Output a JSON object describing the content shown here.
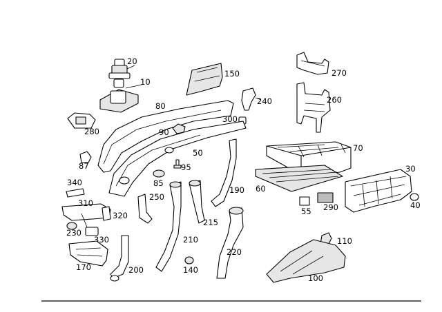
{
  "parts": [
    {
      "id": "p20",
      "label": "20"
    },
    {
      "id": "p10",
      "label": "10"
    },
    {
      "id": "p150",
      "label": "150"
    },
    {
      "id": "p270",
      "label": "270"
    },
    {
      "id": "p240",
      "label": "240"
    },
    {
      "id": "p260",
      "label": "260"
    },
    {
      "id": "p80",
      "label": "80"
    },
    {
      "id": "p280",
      "label": "280"
    },
    {
      "id": "p300",
      "label": "300"
    },
    {
      "id": "p90",
      "label": "90"
    },
    {
      "id": "p50",
      "label": "50"
    },
    {
      "id": "p70",
      "label": "70"
    },
    {
      "id": "p87",
      "label": "87"
    },
    {
      "id": "p95",
      "label": "95"
    },
    {
      "id": "p30",
      "label": "30"
    },
    {
      "id": "p85",
      "label": "85"
    },
    {
      "id": "p340",
      "label": "340"
    },
    {
      "id": "p190",
      "label": "190"
    },
    {
      "id": "p60",
      "label": "60"
    },
    {
      "id": "p250",
      "label": "250"
    },
    {
      "id": "p310",
      "label": "310"
    },
    {
      "id": "p55",
      "label": "55"
    },
    {
      "id": "p290",
      "label": "290"
    },
    {
      "id": "p40",
      "label": "40"
    },
    {
      "id": "p320",
      "label": "320"
    },
    {
      "id": "p215",
      "label": "215"
    },
    {
      "id": "p230",
      "label": "230"
    },
    {
      "id": "p330",
      "label": "330"
    },
    {
      "id": "p210",
      "label": "210"
    },
    {
      "id": "p110",
      "label": "110"
    },
    {
      "id": "p220",
      "label": "220"
    },
    {
      "id": "p170",
      "label": "170"
    },
    {
      "id": "p200",
      "label": "200"
    },
    {
      "id": "p140",
      "label": "140"
    },
    {
      "id": "p100",
      "label": "100"
    }
  ]
}
